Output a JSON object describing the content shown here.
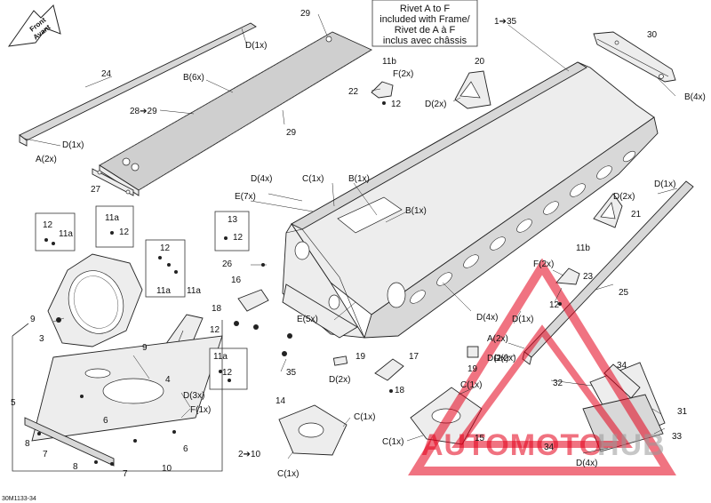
{
  "diagram": {
    "code": "30M1133-34",
    "front_arrow": [
      "Front",
      "Avant"
    ],
    "note_box": [
      "Rivet A to F",
      "included with Frame/",
      "Rivet de A à F",
      "inclus avec châssis"
    ],
    "ref_top": "1➔35",
    "ref_bottom": "2➔10",
    "ref_mid": "28➔29",
    "labels": {
      "l29a": "29",
      "l29b": "29",
      "lD1a": "D(1x)",
      "l24": "24",
      "lB6": "B(6x)",
      "lD1b": "D(1x)",
      "lA2a": "A(2x)",
      "l27": "27",
      "l11b_a": "11b",
      "lF2a": "F(2x)",
      "l22": "22",
      "l12a": "12",
      "l20": "20",
      "lD2a": "D(2x)",
      "l30": "30",
      "lB4": "B(4x)",
      "lD4a": "D(4x)",
      "lC1a": "C(1x)",
      "lB1a": "B(1x)",
      "lE7": "E(7x)",
      "lB1b": "B(1x)",
      "lD1c": "D(1x)",
      "lD2b": "D(2x)",
      "l21": "21",
      "l13": "13",
      "l12b": "12",
      "l12c": "12",
      "l11a_a": "11a",
      "l11a_b": "11a",
      "l12d": "12",
      "l12e": "12",
      "l11a_c": "11a",
      "l11a_d": "11a",
      "l26": "26",
      "l16": "16",
      "l18a": "18",
      "l9a": "9",
      "l3": "3",
      "l12f": "12",
      "lE5": "E(5x)",
      "l11b_b": "11b",
      "lF2b": "F(2x)",
      "l23": "23",
      "l25": "25",
      "l12g": "12",
      "lD4b": "D(4x)",
      "lD1d": "D(1x)",
      "lA2b": "A(2x)",
      "lD2c": "D(2x)",
      "l9b": "9",
      "l4": "4",
      "l11a_e": "11a",
      "l12h": "12",
      "l35": "35",
      "l19a": "19",
      "lD2d": "D(2x)",
      "l17": "17",
      "l18b": "18",
      "l19b": "19",
      "lD2e": "D(2x)",
      "lD3": "D(3x)",
      "lF1": "F(1x)",
      "l5": "5",
      "l6a": "6",
      "l8a": "8",
      "l7a": "7",
      "l6b": "6",
      "l8b": "8",
      "l7b": "7",
      "l10": "10",
      "l14": "14",
      "lC1b": "C(1x)",
      "lC1c": "C(1x)",
      "lC1d": "C(1x)",
      "lC1e": "C(1x)",
      "l15": "15",
      "l34a": "34",
      "l32": "32",
      "l31": "31",
      "l34b": "34",
      "l33": "33",
      "lD4c": "D(4x)"
    }
  },
  "watermark": {
    "part1": "AUTOMOTO",
    "part2": "HUB",
    "color": "#e4001a"
  }
}
